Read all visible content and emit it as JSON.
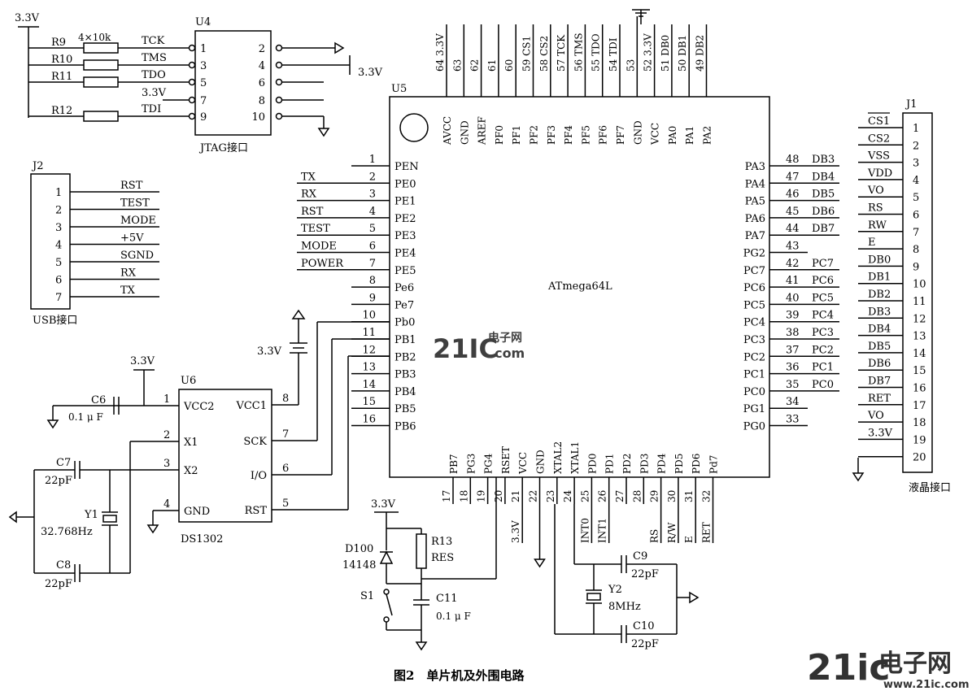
{
  "jtag": {
    "supply": "3.3V",
    "ref": "U4",
    "label": "JTAG接口",
    "resistor_value": "4×10k",
    "resistors": [
      "R9",
      "R10",
      "R11",
      "R12"
    ],
    "left_pins": [
      {
        "num": "1",
        "sig": "TCK"
      },
      {
        "num": "3",
        "sig": "TMS"
      },
      {
        "num": "5",
        "sig": "TDO"
      },
      {
        "num": "7",
        "sig": "3.3V"
      },
      {
        "num": "9",
        "sig": "TDI"
      }
    ],
    "right_pins": [
      "2",
      "4",
      "6",
      "8",
      "10"
    ],
    "pin4_supply": "3.3V"
  },
  "usb": {
    "ref": "J2",
    "label": "USB接口",
    "pins": [
      {
        "num": "1",
        "sig": "RST"
      },
      {
        "num": "2",
        "sig": "TEST"
      },
      {
        "num": "3",
        "sig": "MODE"
      },
      {
        "num": "4",
        "sig": "+5V"
      },
      {
        "num": "5",
        "sig": "SGND"
      },
      {
        "num": "6",
        "sig": "RX"
      },
      {
        "num": "7",
        "sig": "TX"
      }
    ]
  },
  "mcu": {
    "ref": "U5",
    "part": "ATmega64L",
    "top_nums": [
      "64 3.3V",
      "63",
      "62",
      "61",
      "60",
      "59 CS1",
      "58 CS2",
      "57 TCK",
      "56 TMS",
      "55 TDO",
      "54 TDI",
      "53",
      "52 3.3V",
      "51 DB0",
      "50 DB1",
      "49 DB2"
    ],
    "top_names": [
      "AVCC",
      "GND",
      "AREF",
      "PF0",
      "PF1",
      "PF2",
      "PF3",
      "PF4",
      "PF5",
      "PF6",
      "PF7",
      "GND",
      "VCC",
      "PA0",
      "PA1",
      "PA2"
    ],
    "left_pins": [
      {
        "num": "1",
        "name": "PEN",
        "net": ""
      },
      {
        "num": "2",
        "name": "PE0",
        "net": "TX"
      },
      {
        "num": "3",
        "name": "PE1",
        "net": "RX"
      },
      {
        "num": "4",
        "name": "PE2",
        "net": "RST"
      },
      {
        "num": "5",
        "name": "PE3",
        "net": "TEST"
      },
      {
        "num": "6",
        "name": "PE4",
        "net": "MODE"
      },
      {
        "num": "7",
        "name": "PE5",
        "net": "POWER"
      },
      {
        "num": "8",
        "name": "Pe6",
        "net": ""
      },
      {
        "num": "9",
        "name": "Pe7",
        "net": ""
      },
      {
        "num": "10",
        "name": "Pb0",
        "net": ""
      },
      {
        "num": "11",
        "name": "PB1",
        "net": ""
      },
      {
        "num": "12",
        "name": "PB2",
        "net": ""
      },
      {
        "num": "13",
        "name": "PB3",
        "net": ""
      },
      {
        "num": "14",
        "name": "PB4",
        "net": ""
      },
      {
        "num": "15",
        "name": "PB5",
        "net": ""
      },
      {
        "num": "16",
        "name": "PB6",
        "net": ""
      }
    ],
    "right_pins": [
      {
        "num": "48",
        "name": "PA3",
        "net": "DB3"
      },
      {
        "num": "47",
        "name": "PA4",
        "net": "DB4"
      },
      {
        "num": "46",
        "name": "PA5",
        "net": "DB5"
      },
      {
        "num": "45",
        "name": "PA6",
        "net": "DB6"
      },
      {
        "num": "44",
        "name": "PA7",
        "net": "DB7"
      },
      {
        "num": "43",
        "name": "PG2",
        "net": ""
      },
      {
        "num": "42",
        "name": "PC7",
        "net": "PC7"
      },
      {
        "num": "41",
        "name": "PC6",
        "net": "PC6"
      },
      {
        "num": "40",
        "name": "PC5",
        "net": "PC5"
      },
      {
        "num": "39",
        "name": "PC4",
        "net": "PC4"
      },
      {
        "num": "38",
        "name": "PC3",
        "net": "PC3"
      },
      {
        "num": "37",
        "name": "PC2",
        "net": "PC2"
      },
      {
        "num": "36",
        "name": "PC1",
        "net": "PC1"
      },
      {
        "num": "35",
        "name": "PC0",
        "net": "PC0"
      },
      {
        "num": "34",
        "name": "PG1",
        "net": ""
      },
      {
        "num": "33",
        "name": "PG0",
        "net": ""
      }
    ],
    "bottom_names": [
      "PB7",
      "PG3",
      "PG4",
      "RSET",
      "VCC",
      "GND",
      "XTAL2",
      "XTAL1",
      "PD0",
      "PD1",
      "PD2",
      "PD3",
      "PD4",
      "PD5",
      "PD6",
      "Pd7"
    ],
    "bottom_nums": [
      "17",
      "18",
      "19",
      "20",
      "21",
      "22",
      "23",
      "24",
      "25",
      "26",
      "27",
      "28",
      "29",
      "30",
      "31",
      "32"
    ],
    "bottom_nets": [
      "",
      "",
      "",
      "",
      "3.3V",
      "GND",
      "",
      "",
      "INT0",
      "INT1",
      "",
      "",
      "RS",
      "R/W",
      "E",
      "RET"
    ],
    "b10_supply": "3.3V"
  },
  "rtc": {
    "ref": "U6",
    "part": "DS1302",
    "supply": "3.3V",
    "left_pins": [
      {
        "num": "1",
        "name": "VCC2"
      },
      {
        "num": "2",
        "name": "X1"
      },
      {
        "num": "3",
        "name": "X2"
      },
      {
        "num": "4",
        "name": "GND"
      }
    ],
    "right_pins": [
      {
        "num": "8",
        "name": "VCC1"
      },
      {
        "num": "7",
        "name": "SCK"
      },
      {
        "num": "6",
        "name": "I/O"
      },
      {
        "num": "5",
        "name": "RST"
      }
    ],
    "c6": {
      "ref": "C6",
      "value": "0.1 μ F"
    },
    "c7": {
      "ref": "C7",
      "value": "22pF"
    },
    "c8": {
      "ref": "C8",
      "value": "22pF"
    },
    "y1": {
      "ref": "Y1",
      "value": "32.768Hz"
    },
    "vcc1_supply": "3.3V"
  },
  "reset": {
    "supply": "3.3V",
    "d100": {
      "ref": "D100",
      "value": "14148"
    },
    "r13": {
      "ref": "R13",
      "value": "RES"
    },
    "s1": "S1",
    "c11": {
      "ref": "C11",
      "value": "0.1 μ F"
    }
  },
  "xtal": {
    "c9": {
      "ref": "C9",
      "value": "22pF"
    },
    "c10": {
      "ref": "C10",
      "value": "22pF"
    },
    "y2": {
      "ref": "Y2",
      "value": "8MHz"
    }
  },
  "lcd": {
    "ref": "J1",
    "label": "液晶接口",
    "pins": [
      {
        "num": "1",
        "sig": "CS1"
      },
      {
        "num": "2",
        "sig": "CS2"
      },
      {
        "num": "3",
        "sig": "VSS"
      },
      {
        "num": "4",
        "sig": "VDD"
      },
      {
        "num": "5",
        "sig": "VO"
      },
      {
        "num": "6",
        "sig": "RS"
      },
      {
        "num": "7",
        "sig": "RW"
      },
      {
        "num": "8",
        "sig": "E"
      },
      {
        "num": "9",
        "sig": "DB0"
      },
      {
        "num": "10",
        "sig": "DB1"
      },
      {
        "num": "11",
        "sig": "DB2"
      },
      {
        "num": "12",
        "sig": "DB3"
      },
      {
        "num": "13",
        "sig": "DB4"
      },
      {
        "num": "14",
        "sig": "DB5"
      },
      {
        "num": "15",
        "sig": "DB6"
      },
      {
        "num": "16",
        "sig": "DB7"
      },
      {
        "num": "17",
        "sig": "RET"
      },
      {
        "num": "18",
        "sig": "VO"
      },
      {
        "num": "19",
        "sig": "3.3V"
      },
      {
        "num": "20",
        "sig": ""
      }
    ]
  },
  "caption": "图2　单片机及外围电路",
  "watermark_center": {
    "a": "21IC",
    "b": "电子网",
    ".com": ".com"
  },
  "watermark_corner": {
    "a": "21ic",
    "b": "电子网",
    "c": "www.21ic.com"
  },
  "colors": {
    "ink": "#000000",
    "watermark": "#f08a9a"
  }
}
